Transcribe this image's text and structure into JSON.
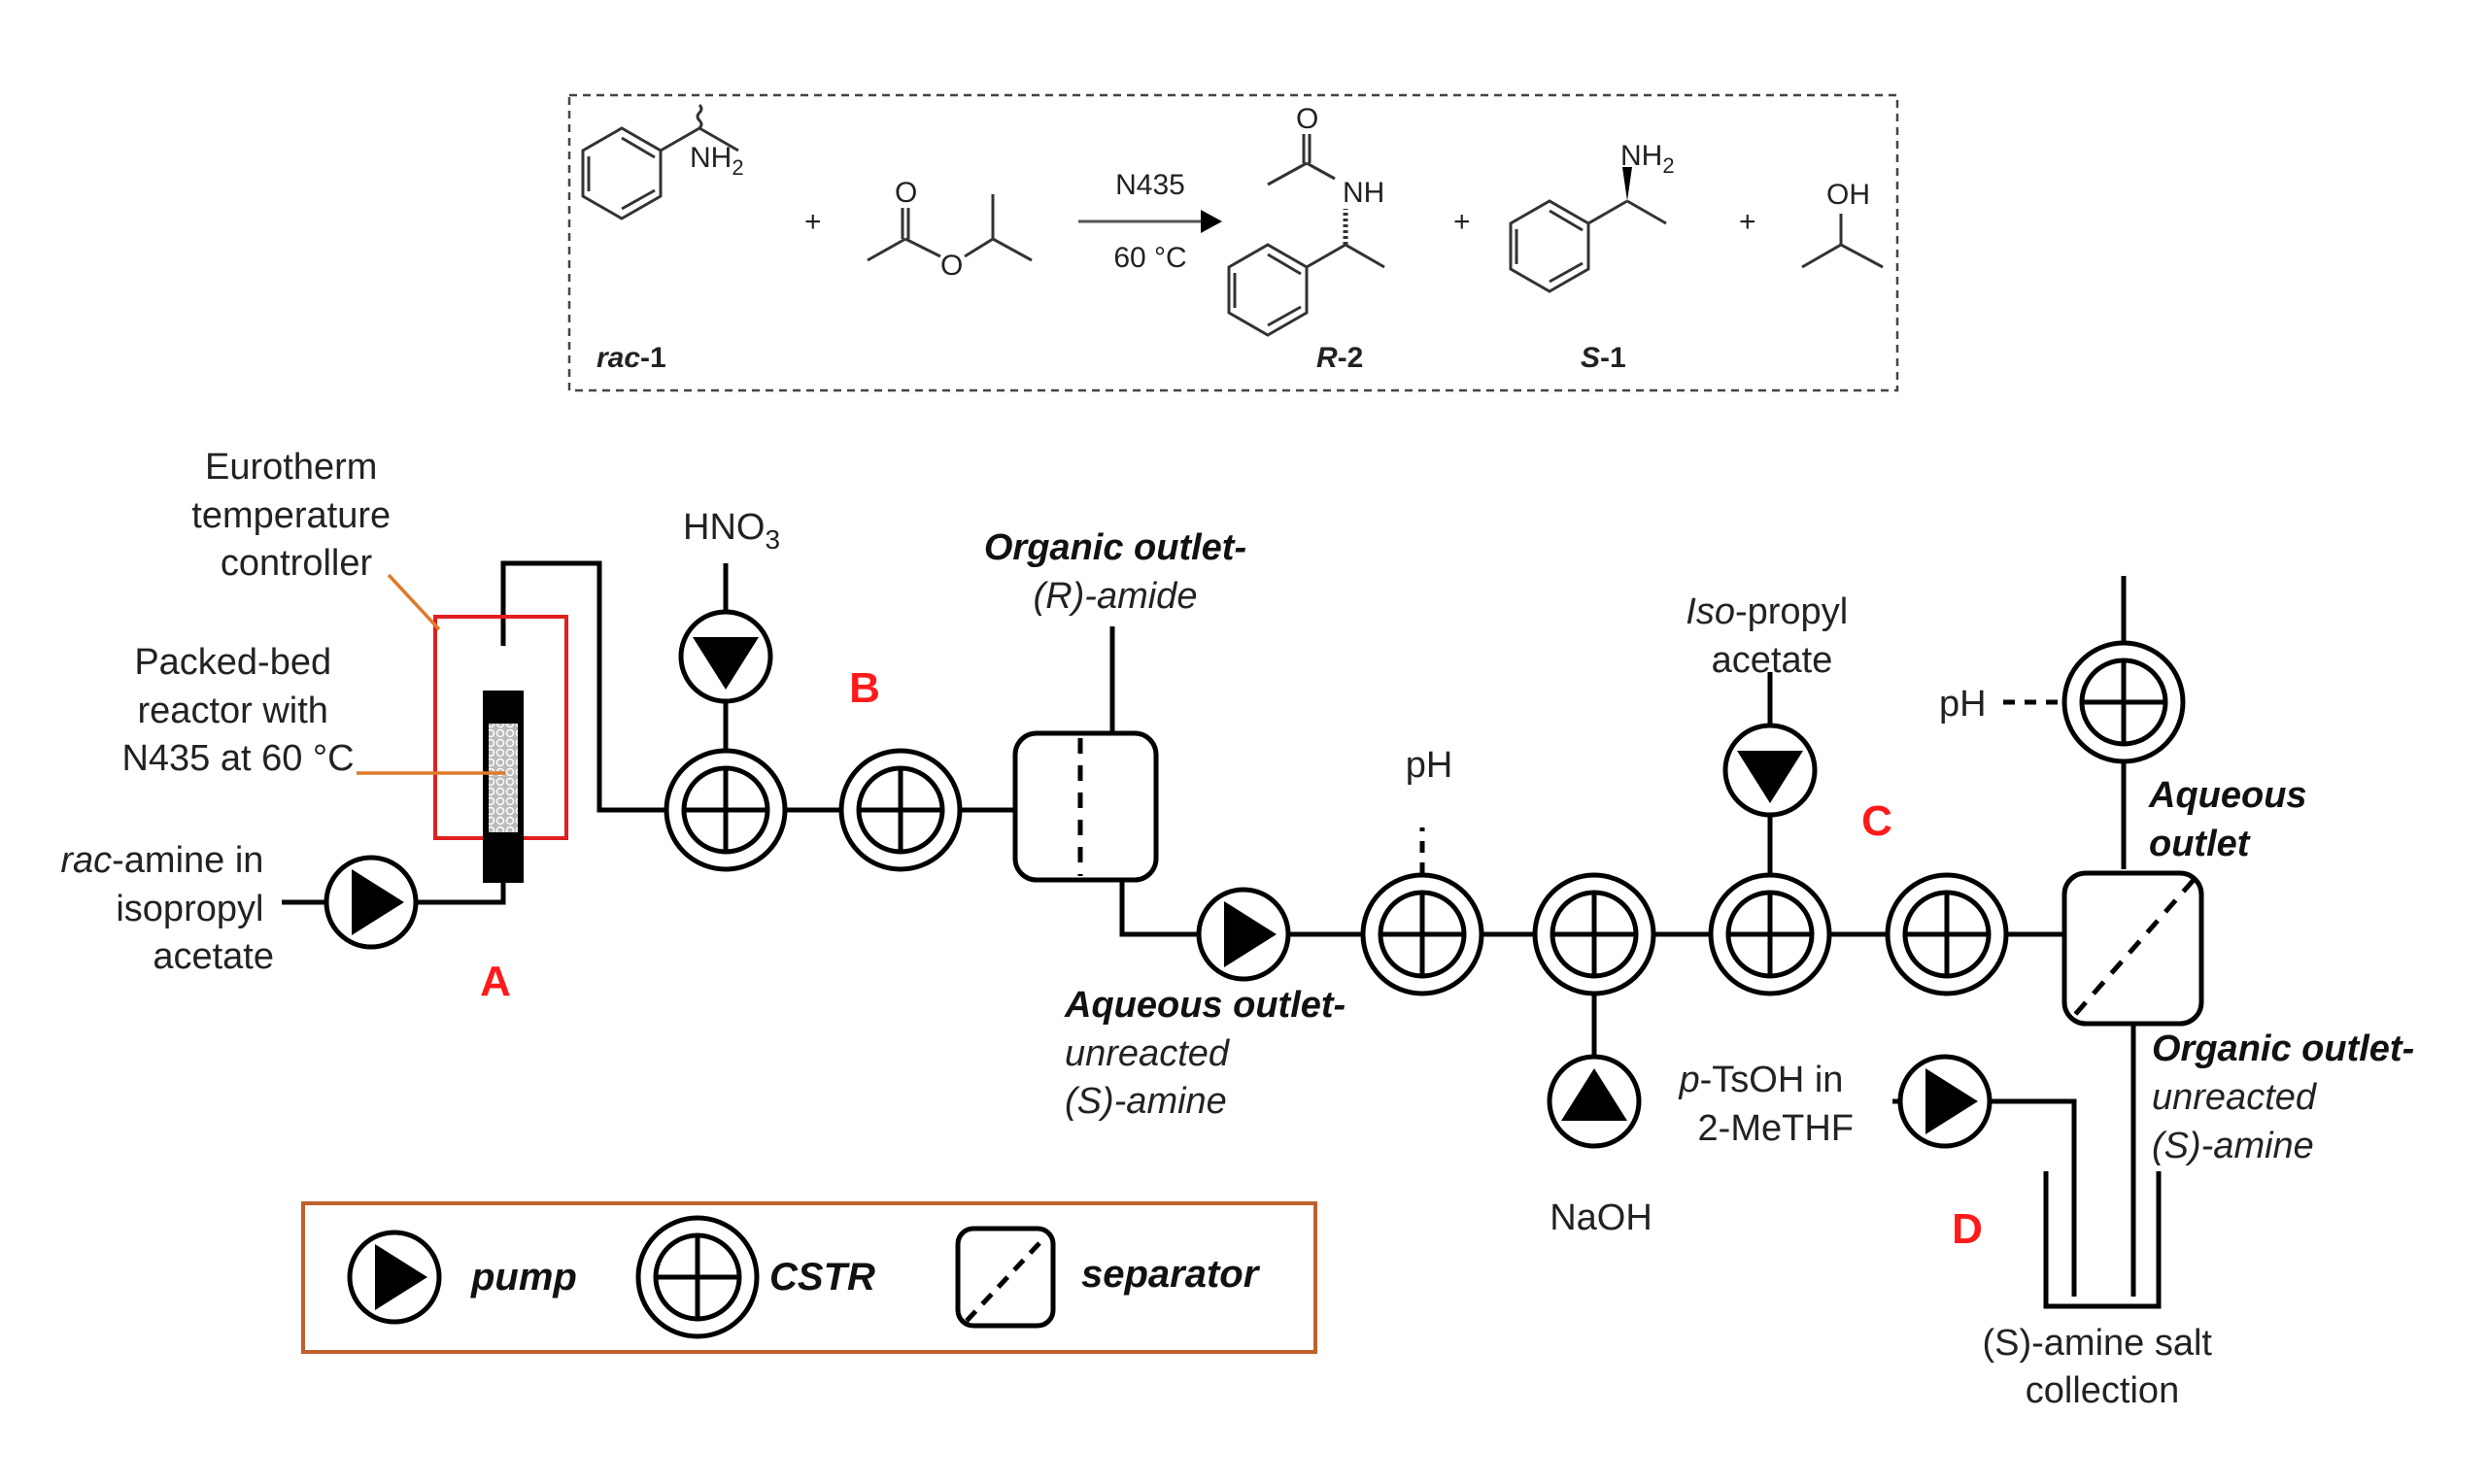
{
  "scheme": {
    "catalyst": "N435",
    "temperature": "60 °C",
    "plus": "+",
    "groups": {
      "nh2": "NH",
      "nh2_sub": "2",
      "nh": "NH",
      "o": "O",
      "oh": "OH"
    },
    "compounds": [
      {
        "id": "rac-1",
        "prefix": "rac",
        "suffix": "-1"
      },
      {
        "id": "isopropyl-acetate"
      },
      {
        "id": "R-2",
        "prefix": "R",
        "suffix": "-2"
      },
      {
        "id": "S-1",
        "prefix": "S",
        "suffix": "-1"
      },
      {
        "id": "isopropanol"
      }
    ]
  },
  "flow": {
    "eurotherm": [
      "Eurotherm",
      "temperature",
      "controller"
    ],
    "packed_bed": [
      "Packed-bed",
      "reactor with",
      "N435 at 60 °C"
    ],
    "feed": {
      "italic": "rac",
      "rest": "-amine in",
      "line2": "isopropyl",
      "line3": "acetate"
    },
    "hno3": {
      "main": "HNO",
      "sub": "3"
    },
    "organic_outlet_1": {
      "title": "Organic outlet-",
      "line2": "(R)-amide"
    },
    "aqueous_outlet_1": {
      "title": "Aqueous outlet-",
      "line2": "unreacted",
      "line3": "(S)-amine"
    },
    "ph_1": "pH",
    "ph_2": "pH",
    "isopropyl": {
      "italic": "Iso",
      "rest": "-propyl",
      "line2": "acetate"
    },
    "naoh": "NaOH",
    "ptsoh": {
      "italic": "p",
      "rest": "-TsOH in",
      "line2": "2-MeTHF"
    },
    "aqueous_outlet_2": [
      "Aqueous",
      "outlet"
    ],
    "organic_outlet_2": {
      "title": "Organic outlet-",
      "line2": "unreacted",
      "line3": "(S)-amine"
    },
    "collection": [
      "(S)-amine salt",
      "collection"
    ],
    "sections": [
      "A",
      "B",
      "C",
      "D"
    ]
  },
  "legend": {
    "items": [
      {
        "icon": "pump-icon",
        "label": "pump"
      },
      {
        "icon": "cstr-icon",
        "label": "CSTR"
      },
      {
        "icon": "separator-icon",
        "label": "separator"
      }
    ]
  },
  "colors": {
    "section_label": "#ff1a1a",
    "reactor_box": "#e02020",
    "callout": "#e07a2a",
    "legend_border": "#c0602a"
  }
}
